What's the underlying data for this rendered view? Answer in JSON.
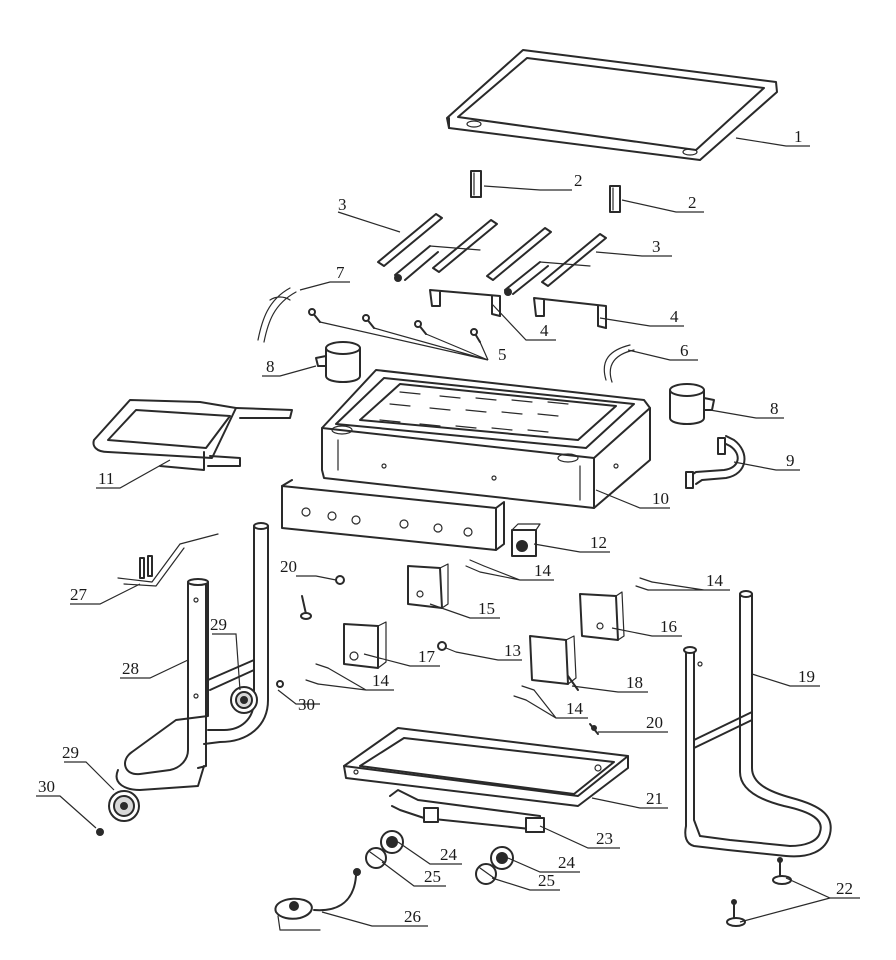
{
  "callouts": [
    {
      "id": "c1",
      "label": "1"
    },
    {
      "id": "c2a",
      "label": "2"
    },
    {
      "id": "c2b",
      "label": "2"
    },
    {
      "id": "c3a",
      "label": "3"
    },
    {
      "id": "c3b",
      "label": "3"
    },
    {
      "id": "c4a",
      "label": "4"
    },
    {
      "id": "c4b",
      "label": "4"
    },
    {
      "id": "c5",
      "label": "5"
    },
    {
      "id": "c6",
      "label": "6"
    },
    {
      "id": "c7",
      "label": "7"
    },
    {
      "id": "c8a",
      "label": "8"
    },
    {
      "id": "c8b",
      "label": "8"
    },
    {
      "id": "c9",
      "label": "9"
    },
    {
      "id": "c10",
      "label": "10"
    },
    {
      "id": "c11",
      "label": "11"
    },
    {
      "id": "c12",
      "label": "12"
    },
    {
      "id": "c13",
      "label": "13"
    },
    {
      "id": "c14a",
      "label": "14"
    },
    {
      "id": "c14b",
      "label": "14"
    },
    {
      "id": "c14c",
      "label": "14"
    },
    {
      "id": "c14d",
      "label": "14"
    },
    {
      "id": "c15",
      "label": "15"
    },
    {
      "id": "c16",
      "label": "16"
    },
    {
      "id": "c17",
      "label": "17"
    },
    {
      "id": "c18",
      "label": "18"
    },
    {
      "id": "c19",
      "label": "19"
    },
    {
      "id": "c20a",
      "label": "20"
    },
    {
      "id": "c20b",
      "label": "20"
    },
    {
      "id": "c21",
      "label": "21"
    },
    {
      "id": "c22",
      "label": "22"
    },
    {
      "id": "c23",
      "label": "23"
    },
    {
      "id": "c24a",
      "label": "24"
    },
    {
      "id": "c24b",
      "label": "24"
    },
    {
      "id": "c25a",
      "label": "25"
    },
    {
      "id": "c25b",
      "label": "25"
    },
    {
      "id": "c26",
      "label": "26"
    },
    {
      "id": "c27",
      "label": "27"
    },
    {
      "id": "c28",
      "label": "28"
    },
    {
      "id": "c29a",
      "label": "29"
    },
    {
      "id": "c29b",
      "label": "29"
    },
    {
      "id": "c30a",
      "label": "30"
    },
    {
      "id": "c30b",
      "label": "30"
    }
  ]
}
